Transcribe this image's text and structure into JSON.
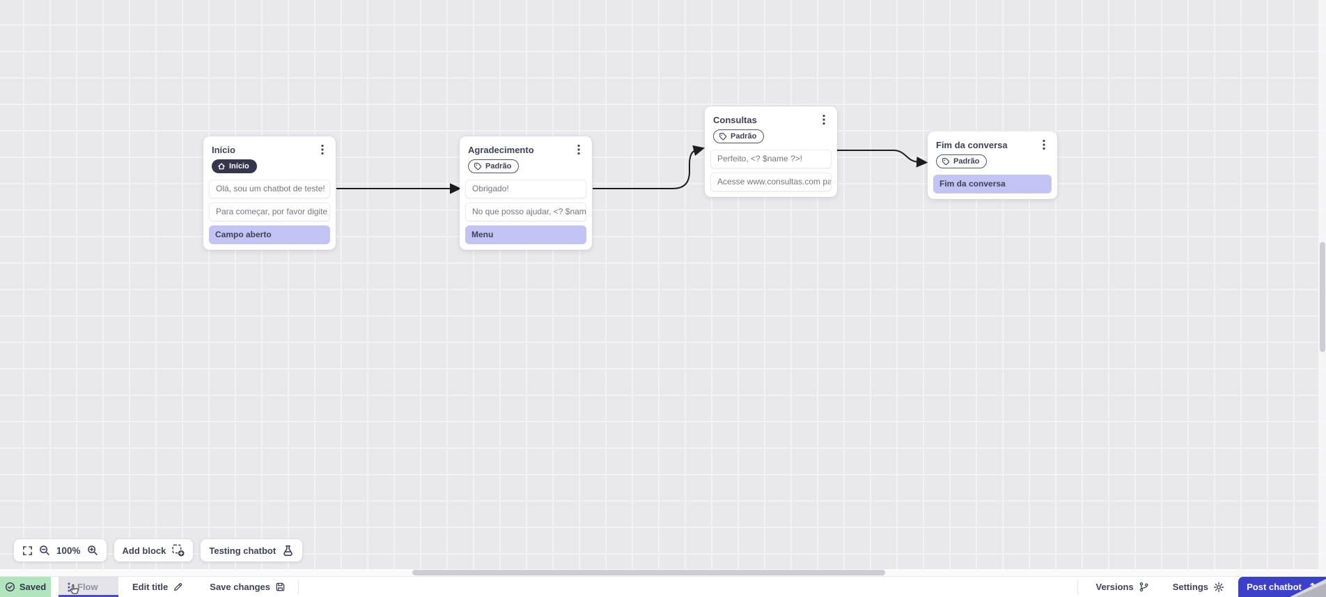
{
  "canvas": {
    "nodes": [
      {
        "title": "Início",
        "badge": {
          "style": "start",
          "icon": "home-icon",
          "label": "Início"
        },
        "rows": [
          {
            "kind": "message",
            "text": "Olá, sou um chatbot de teste!"
          },
          {
            "kind": "message",
            "text": "Para começar, por favor digite o ..."
          },
          {
            "kind": "action",
            "text": "Campo aberto"
          }
        ]
      },
      {
        "title": "Agradecimento",
        "badge": {
          "style": "tag",
          "icon": "tag-icon",
          "label": "Padrão"
        },
        "rows": [
          {
            "kind": "message",
            "text": "Obrigado!"
          },
          {
            "kind": "message",
            "text": "No que posso ajudar, <? $name ..."
          },
          {
            "kind": "action",
            "text": "Menu"
          }
        ]
      },
      {
        "title": "Consultas",
        "badge": {
          "style": "tag",
          "icon": "tag-icon",
          "label": "Padrão"
        },
        "rows": [
          {
            "kind": "message",
            "text": "Perfeito, <? $name ?>!"
          },
          {
            "kind": "message",
            "text": "Acesse www.consultas.com par..."
          }
        ]
      },
      {
        "title": "Fim da conversa",
        "badge": {
          "style": "tag",
          "icon": "tag-icon",
          "label": "Padrão"
        },
        "rows": [
          {
            "kind": "action",
            "text": "Fim da conversa"
          }
        ]
      }
    ]
  },
  "toolbar": {
    "zoom_level": "100%",
    "add_block": "Add block",
    "testing_chatbot": "Testing chatbot"
  },
  "statusbar": {
    "saved": "Saved",
    "flow_tab": "Flow",
    "edit_title": "Edit title",
    "save_changes": "Save changes",
    "versions": "Versions",
    "settings": "Settings",
    "post_chatbot": "Post chatbot"
  },
  "colors": {
    "accent_blue": "#3c40c9",
    "flow_indicator": "#4b48cb",
    "action_row_purple": "#c2c5f3",
    "saved_green": "#b2e5bd",
    "node_dark_badge": "#35354d",
    "canvas_bg": "#e9e9ec",
    "connector_black": "#1c1c1e"
  }
}
